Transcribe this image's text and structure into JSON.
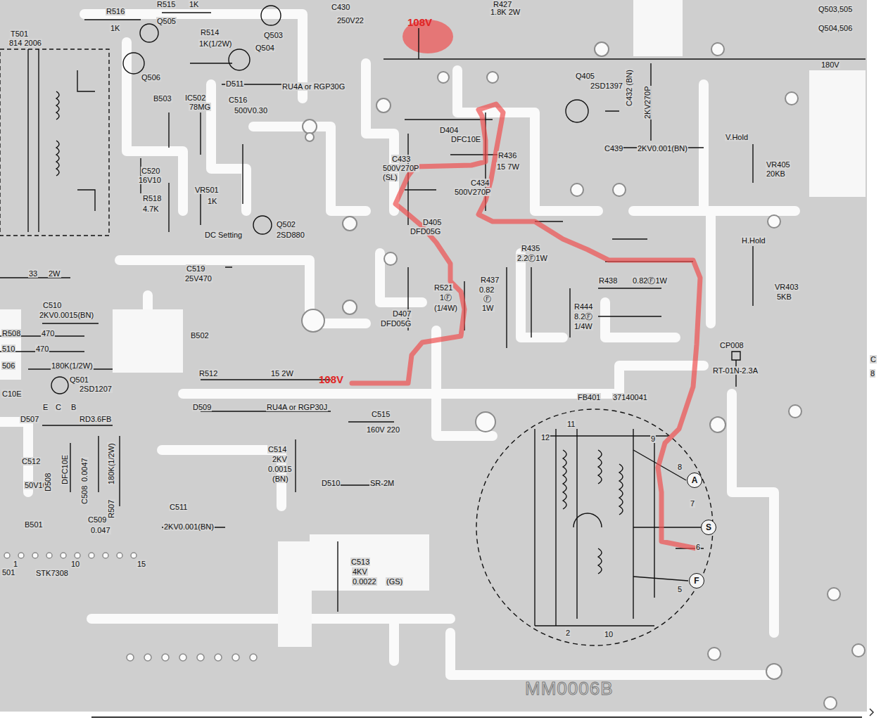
{
  "diagram": {
    "nodes": [
      {
        "text": [
          "A"
        ]
      },
      {
        "text": [
          "S"
        ]
      },
      {
        "text": [
          "F"
        ]
      }
    ],
    "labels": [
      "T501",
      "814 2006",
      "R516",
      "1K",
      "R515",
      "1K",
      "Q505",
      "R514",
      "1K(1/2W)",
      "Q503",
      "Q504",
      "Q506",
      "B503",
      "IC502",
      "78MG",
      "D511",
      "RU4A or RGP30G",
      "C516",
      "500V0.30",
      "C520",
      "16V10",
      "VR501",
      "1K",
      "R518",
      "4.7K",
      "DC Setting",
      "Q502",
      "2SD880",
      "C519",
      "25V470",
      "33",
      "2W",
      "C510",
      "2KV0.0015(BN)",
      "R508",
      "470",
      "510",
      "470",
      "506",
      "180K(1/2W)",
      "Q501",
      "2SD1207",
      "C10E",
      "E",
      "C",
      "B",
      "D507",
      "RD3.6FB",
      "C512",
      "50V100",
      "D508",
      "DFC10E",
      "C508",
      "0.0047",
      "180K(1/2W)",
      "R507",
      "B501",
      "C509",
      "0.047",
      "501",
      "1",
      "10",
      "15",
      "STK7308",
      "B502",
      "R512",
      "15 2W",
      "108V",
      "D509",
      "RU4A or RGP30J",
      "C515",
      "160V 220",
      "C514",
      "2KV",
      "0.0015",
      "(BN)",
      "D510",
      "SR-2M",
      "C511",
      "2KV0.001(BN)",
      "C513",
      "4KV",
      "0.0022",
      "(GS)",
      "C430",
      "250V22",
      "108V",
      "R427",
      "1.8K 2W",
      "Q503,505",
      "Q504,506",
      "180V",
      "Q405",
      "2SD1397",
      "C432 (BN)",
      "2KV270P",
      "C439",
      "2KV0.001(BN)",
      "V.Hold",
      "VR405",
      "20KB",
      "D404",
      "DFC10E",
      "R436",
      "15 7W",
      "C433",
      "500V270P",
      "(SL)",
      "C434",
      "500V270P",
      "D405",
      "DFD05G",
      "R435",
      "2.2Ⓕ1W",
      "H.Hold",
      "VR403",
      "5KB",
      "R437",
      "0.82",
      "Ⓕ",
      "1W",
      "R521",
      "1Ⓕ",
      "(1/4W)",
      "R438",
      "0.82Ⓕ1W",
      "R444",
      "8.2Ⓕ",
      "1/4W",
      "D407",
      "DFD05G",
      "CP008",
      "RT-01N-2.3A",
      "FB401",
      "37140041",
      "11",
      "12",
      "9",
      "8",
      "7",
      "6",
      "5",
      "10",
      "2",
      "MM0006B",
      "C",
      "8"
    ]
  }
}
